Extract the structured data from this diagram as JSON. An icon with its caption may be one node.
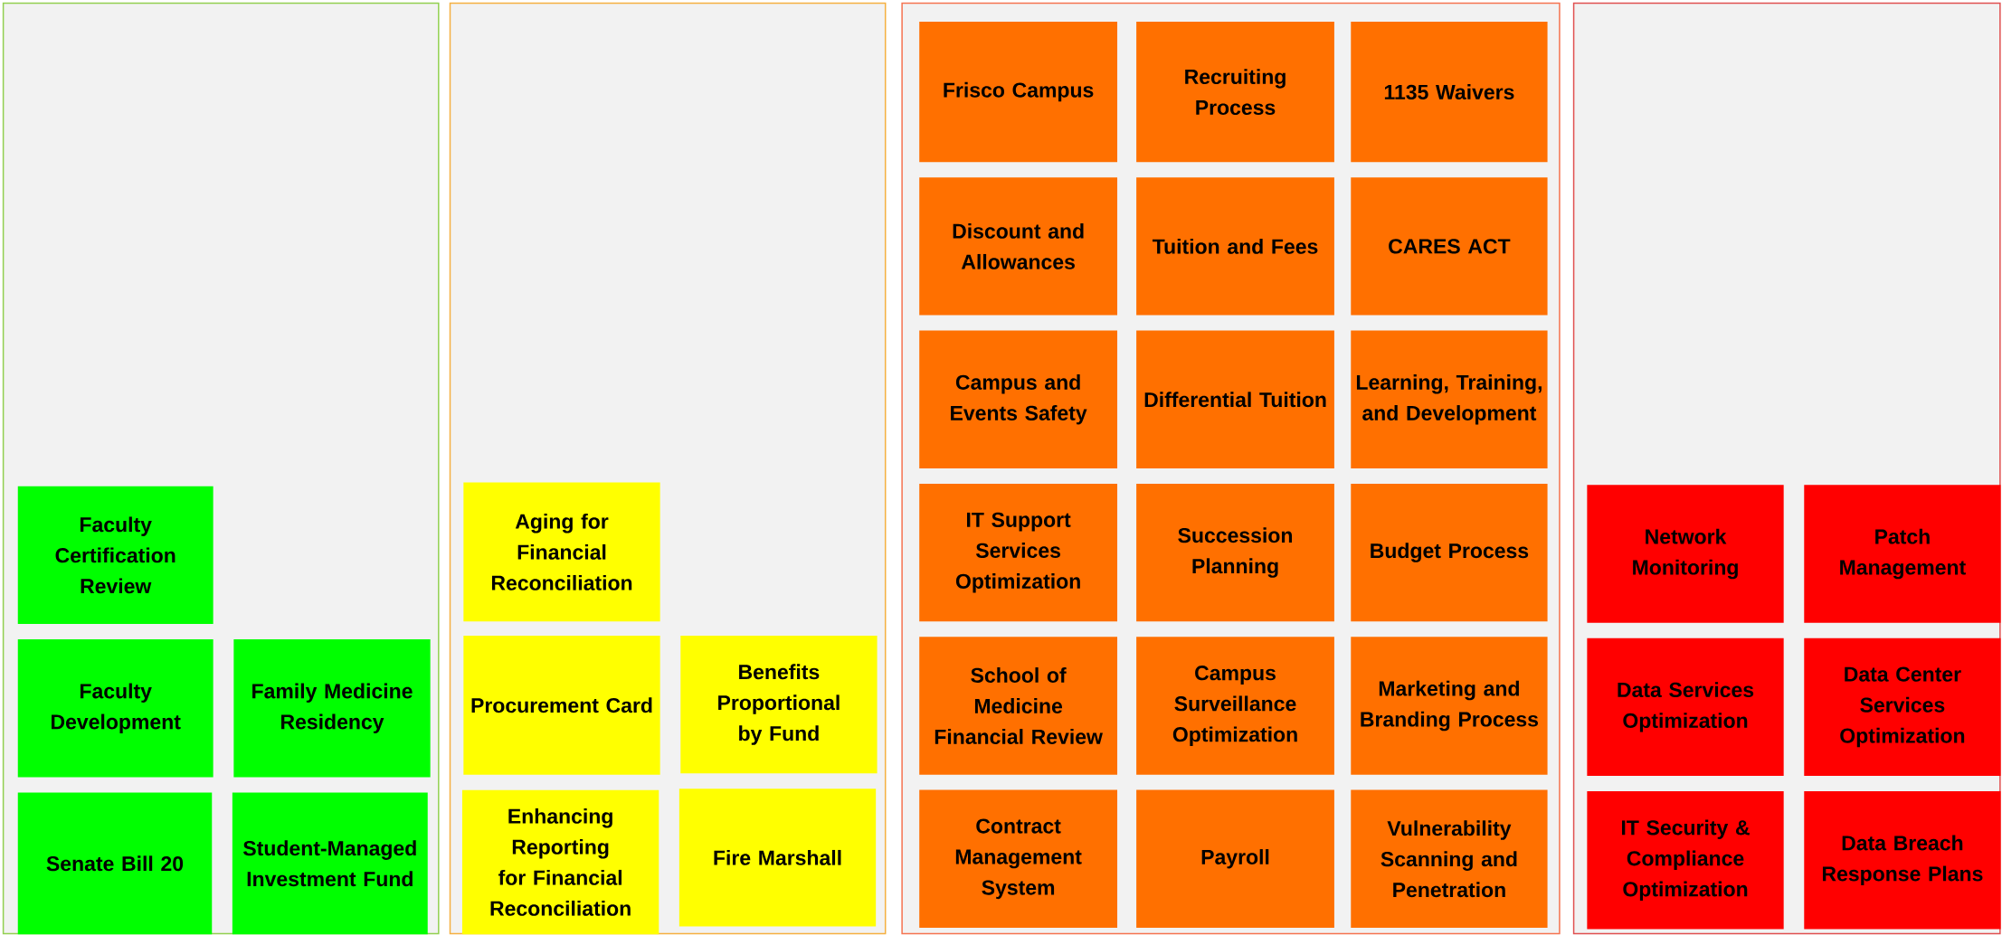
{
  "diagram": {
    "nodes": [
      {
        "text": [],
        "shape": "box"
      },
      {
        "text": [
          "Faculty Certification Review"
        ],
        "in": 0
      },
      {
        "text": [
          "Faculty Development"
        ],
        "in": 0
      },
      {
        "text": [
          "Family Medicine Residency"
        ],
        "in": 0
      },
      {
        "text": [
          "Senate Bill 20"
        ],
        "in": 0
      },
      {
        "text": [
          "Student-Managed Investment Fund"
        ],
        "in": 0
      },
      {
        "text": [],
        "shape": "box"
      },
      {
        "text": [
          "Aging for Financial Reconciliation"
        ],
        "in": 6
      },
      {
        "text": [
          "Procurement Card"
        ],
        "in": 6
      },
      {
        "text": [
          "Benefits Proportional by Fund"
        ],
        "in": 6
      },
      {
        "text": [
          "Enhancing Reporting for Financial Reconciliation"
        ],
        "in": 6
      },
      {
        "text": [
          "Fire Marshall"
        ],
        "in": 6
      },
      {
        "text": [],
        "shape": "box"
      },
      {
        "text": [
          "Frisco Campus"
        ],
        "in": 12
      },
      {
        "text": [
          "Recruiting Process"
        ],
        "in": 12
      },
      {
        "text": [
          "1135 Waivers"
        ],
        "in": 12
      },
      {
        "text": [
          "Discount and Allowances"
        ],
        "in": 12
      },
      {
        "text": [
          "Tuition and Fees"
        ],
        "in": 12
      },
      {
        "text": [
          "CARES ACT"
        ],
        "in": 12
      },
      {
        "text": [
          "Campus and Events Safety"
        ],
        "in": 12
      },
      {
        "text": [
          "Differential Tuition"
        ],
        "in": 12
      },
      {
        "text": [
          "Learning, Training, and Development"
        ],
        "in": 12
      },
      {
        "text": [
          "IT Support Services Optimization"
        ],
        "in": 12
      },
      {
        "text": [
          "Succession Planning"
        ],
        "in": 12
      },
      {
        "text": [
          "Budget Process"
        ],
        "in": 12
      },
      {
        "text": [
          "School of Medicine Financial Review"
        ],
        "in": 12
      },
      {
        "text": [
          "Campus Surveillance Optimization"
        ],
        "in": 12
      },
      {
        "text": [
          "Marketing and Branding Process"
        ],
        "in": 12
      },
      {
        "text": [
          "Contract Management System"
        ],
        "in": 12
      },
      {
        "text": [
          "Payroll"
        ],
        "in": 12
      },
      {
        "text": [
          "Vulnerability Scanning and Penetration"
        ],
        "in": 12
      },
      {
        "text": [],
        "shape": "box"
      },
      {
        "text": [
          "Network Monitoring"
        ],
        "in": 31
      },
      {
        "text": [
          "Patch Management"
        ],
        "in": 31
      },
      {
        "text": [
          "Data Services Optimization"
        ],
        "in": 31
      },
      {
        "text": [
          "Data Center Services Optimization"
        ],
        "in": 31
      },
      {
        "text": [
          "IT Security & Compliance Optimization"
        ],
        "in": 31
      },
      {
        "text": [
          "Data Breach Response Plans"
        ],
        "in": 31
      }
    ]
  }
}
